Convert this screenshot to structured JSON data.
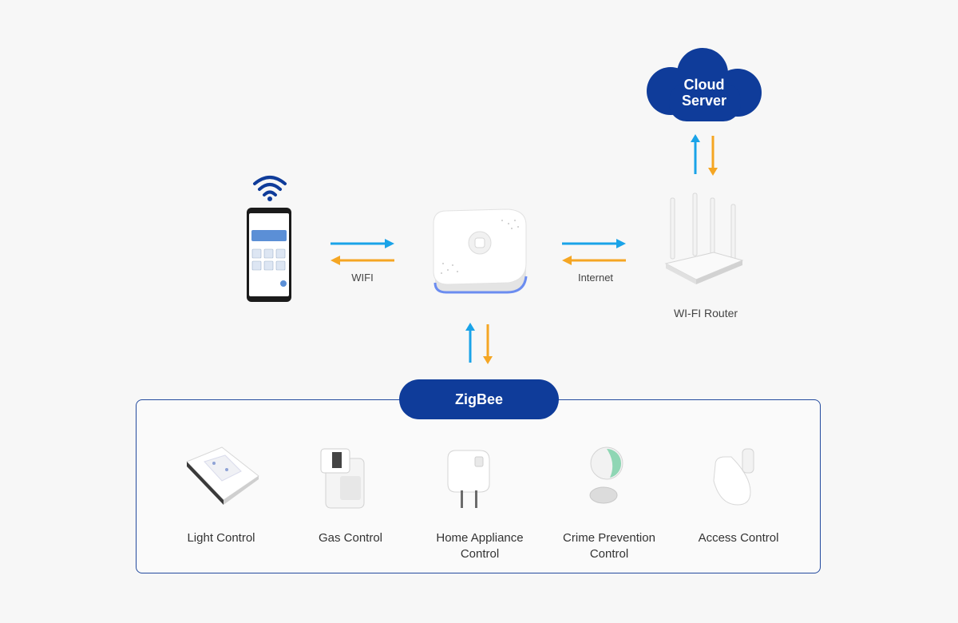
{
  "cloud": {
    "line1": "Cloud",
    "line2": "Server"
  },
  "router": {
    "label": "WI-FI Router"
  },
  "links": {
    "wifi": "WIFI",
    "internet": "Internet"
  },
  "zigbee": {
    "label": "ZigBee"
  },
  "devices": [
    {
      "label": "Light Control",
      "icon": "light-switch-icon"
    },
    {
      "label": "Gas Control",
      "icon": "gas-valve-icon"
    },
    {
      "label": "Home Appliance Control",
      "icon": "smart-plug-icon"
    },
    {
      "label": "Crime Prevention Control",
      "icon": "motion-sensor-icon"
    },
    {
      "label": "Access Control",
      "icon": "door-sensor-icon"
    }
  ],
  "colors": {
    "brand": "#0f3c9a",
    "up_arrow": "#1aa3e8",
    "down_arrow": "#f5a623"
  }
}
